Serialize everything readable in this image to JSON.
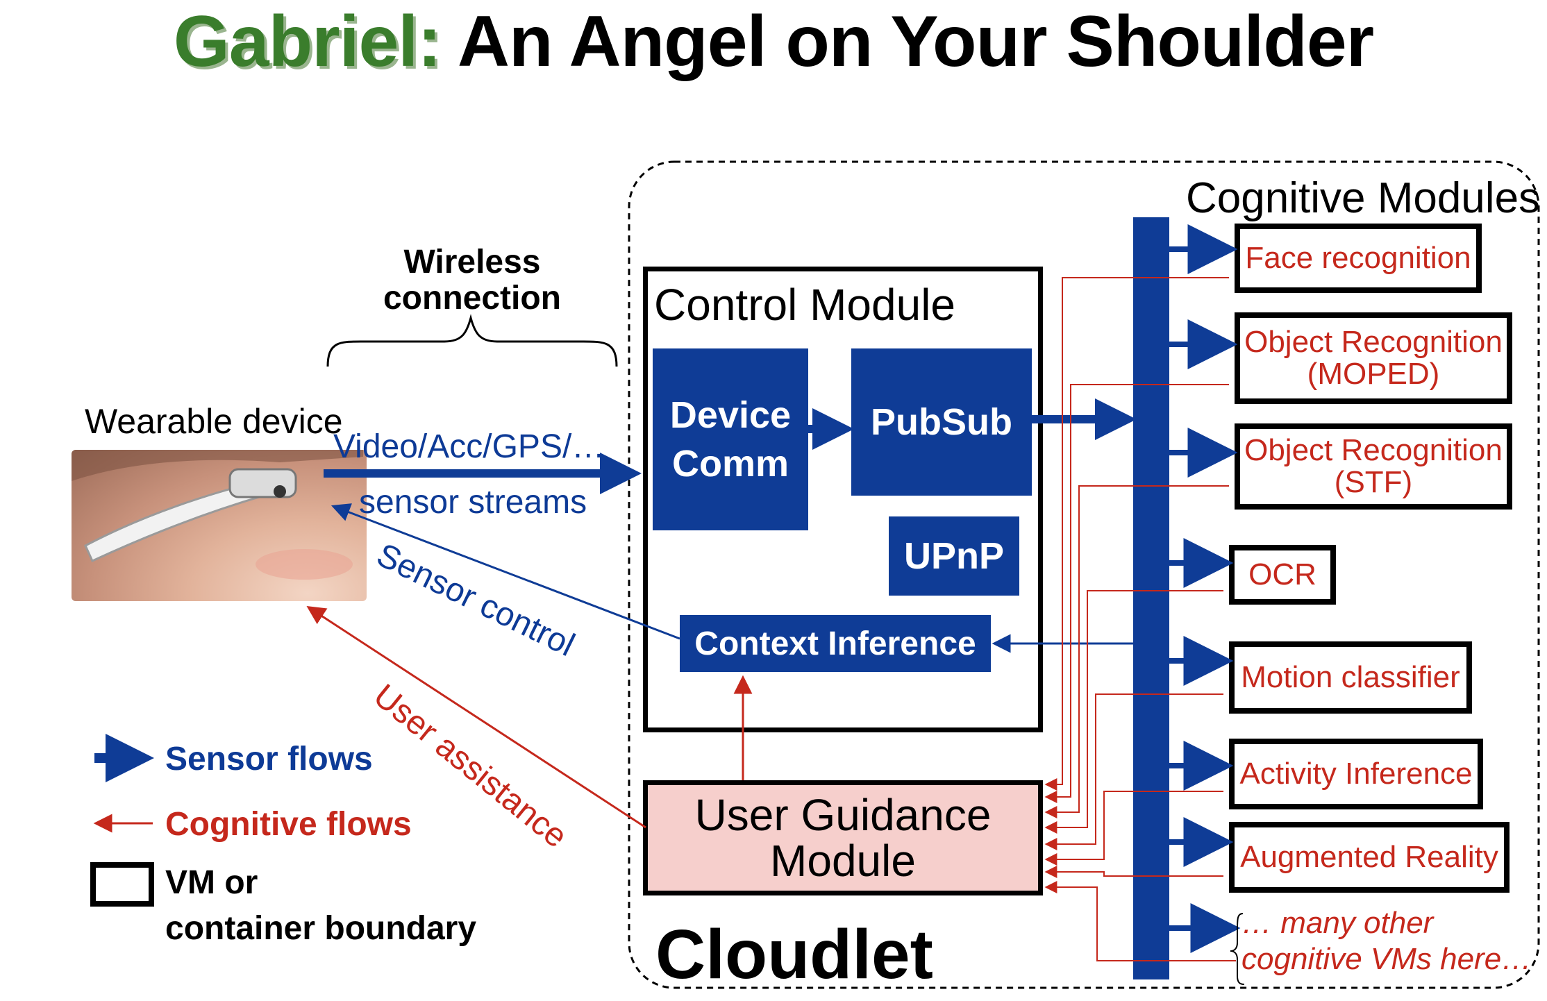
{
  "title": {
    "name": "Gabriel:",
    "rest": "An Angel on Your Shoulder"
  },
  "wearable": {
    "label": "Wearable device"
  },
  "wireless": {
    "line1": "Wireless",
    "line2": "connection"
  },
  "streams": {
    "line1": "Video/Acc/GPS/…",
    "line2": "sensor streams"
  },
  "sensor_control": "Sensor control",
  "user_assistance": "User assistance",
  "control_module": {
    "title": "Control Module",
    "device_comm": [
      "Device",
      "Comm"
    ],
    "pubsub": "PubSub",
    "upnp": "UPnP",
    "context_inference": "Context Inference"
  },
  "user_guidance": [
    "User Guidance",
    "Module"
  ],
  "cloudlet": "Cloudlet",
  "cognitive_title": "Cognitive Modules",
  "modules": [
    [
      "Face recognition"
    ],
    [
      "Object Recognition",
      "(MOPED)"
    ],
    [
      "Object Recognition",
      "(STF)"
    ],
    [
      "OCR"
    ],
    [
      "Motion classifier"
    ],
    [
      "Activity Inference"
    ],
    [
      "Augmented Reality"
    ]
  ],
  "many_other": [
    "… many other",
    "cognitive VMs here…"
  ],
  "legend": {
    "sensor": "Sensor flows",
    "cognitive": "Cognitive flows",
    "vm1": "VM or",
    "vm2": "container boundary"
  },
  "colors": {
    "blue": "#0f3c96",
    "red": "#c5281c",
    "green": "#3a7d2c",
    "pink": "#f6cfcc"
  }
}
